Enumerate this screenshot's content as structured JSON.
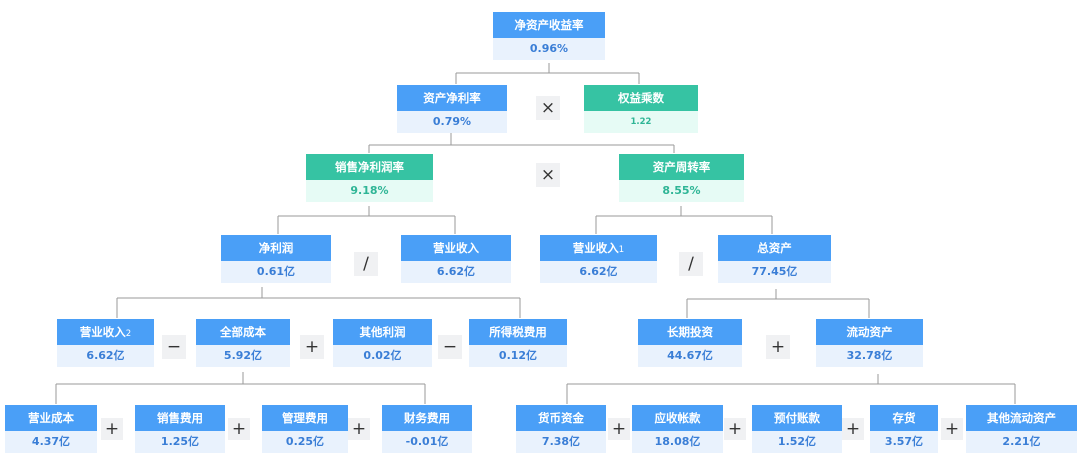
{
  "nodes": {
    "roe": {
      "title": "净资产收益率",
      "value": "0.96%"
    },
    "roa": {
      "title": "资产净利率",
      "value": "0.79%"
    },
    "equity_multiplier": {
      "title": "权益乘数",
      "value": "1.22"
    },
    "net_margin": {
      "title": "销售净利润率",
      "value": "9.18%"
    },
    "asset_turnover": {
      "title": "资产周转率",
      "value": "8.55%"
    },
    "net_profit": {
      "title": "净利润",
      "value": "0.61亿"
    },
    "revenue_a": {
      "title": "营业收入",
      "value": "6.62亿"
    },
    "revenue_b": {
      "title": "营业收入",
      "sup": "1",
      "value": "6.62亿"
    },
    "total_assets": {
      "title": "总资产",
      "value": "77.45亿"
    },
    "revenue_c": {
      "title": "营业收入",
      "sup": "2",
      "value": "6.62亿"
    },
    "total_cost": {
      "title": "全部成本",
      "value": "5.92亿"
    },
    "other_profit": {
      "title": "其他利润",
      "value": "0.02亿"
    },
    "income_tax": {
      "title": "所得税费用",
      "value": "0.12亿"
    },
    "long_term_invest": {
      "title": "长期投资",
      "value": "44.67亿"
    },
    "current_assets": {
      "title": "流动资产",
      "value": "32.78亿"
    },
    "operating_cost": {
      "title": "营业成本",
      "value": "4.37亿"
    },
    "selling_expense": {
      "title": "销售费用",
      "value": "1.25亿"
    },
    "admin_expense": {
      "title": "管理费用",
      "value": "0.25亿"
    },
    "finance_expense": {
      "title": "财务费用",
      "value": "-0.01亿"
    },
    "cash": {
      "title": "货币资金",
      "value": "7.38亿"
    },
    "receivables": {
      "title": "应收帐款",
      "value": "18.08亿"
    },
    "prepayments": {
      "title": "预付账款",
      "value": "1.52亿"
    },
    "inventory": {
      "title": "存货",
      "value": "3.57亿"
    },
    "other_current": {
      "title": "其他流动资产",
      "value": "2.21亿"
    }
  },
  "operators": {
    "times": "×",
    "divide": "∕",
    "minus": "−",
    "plus": "+"
  },
  "colors": {
    "blue_header": "#4a9ff7",
    "blue_body": "#e9f2fd",
    "green_header": "#36c3a3",
    "green_body": "#e6fbf5",
    "connector": "#9a9a9a"
  }
}
